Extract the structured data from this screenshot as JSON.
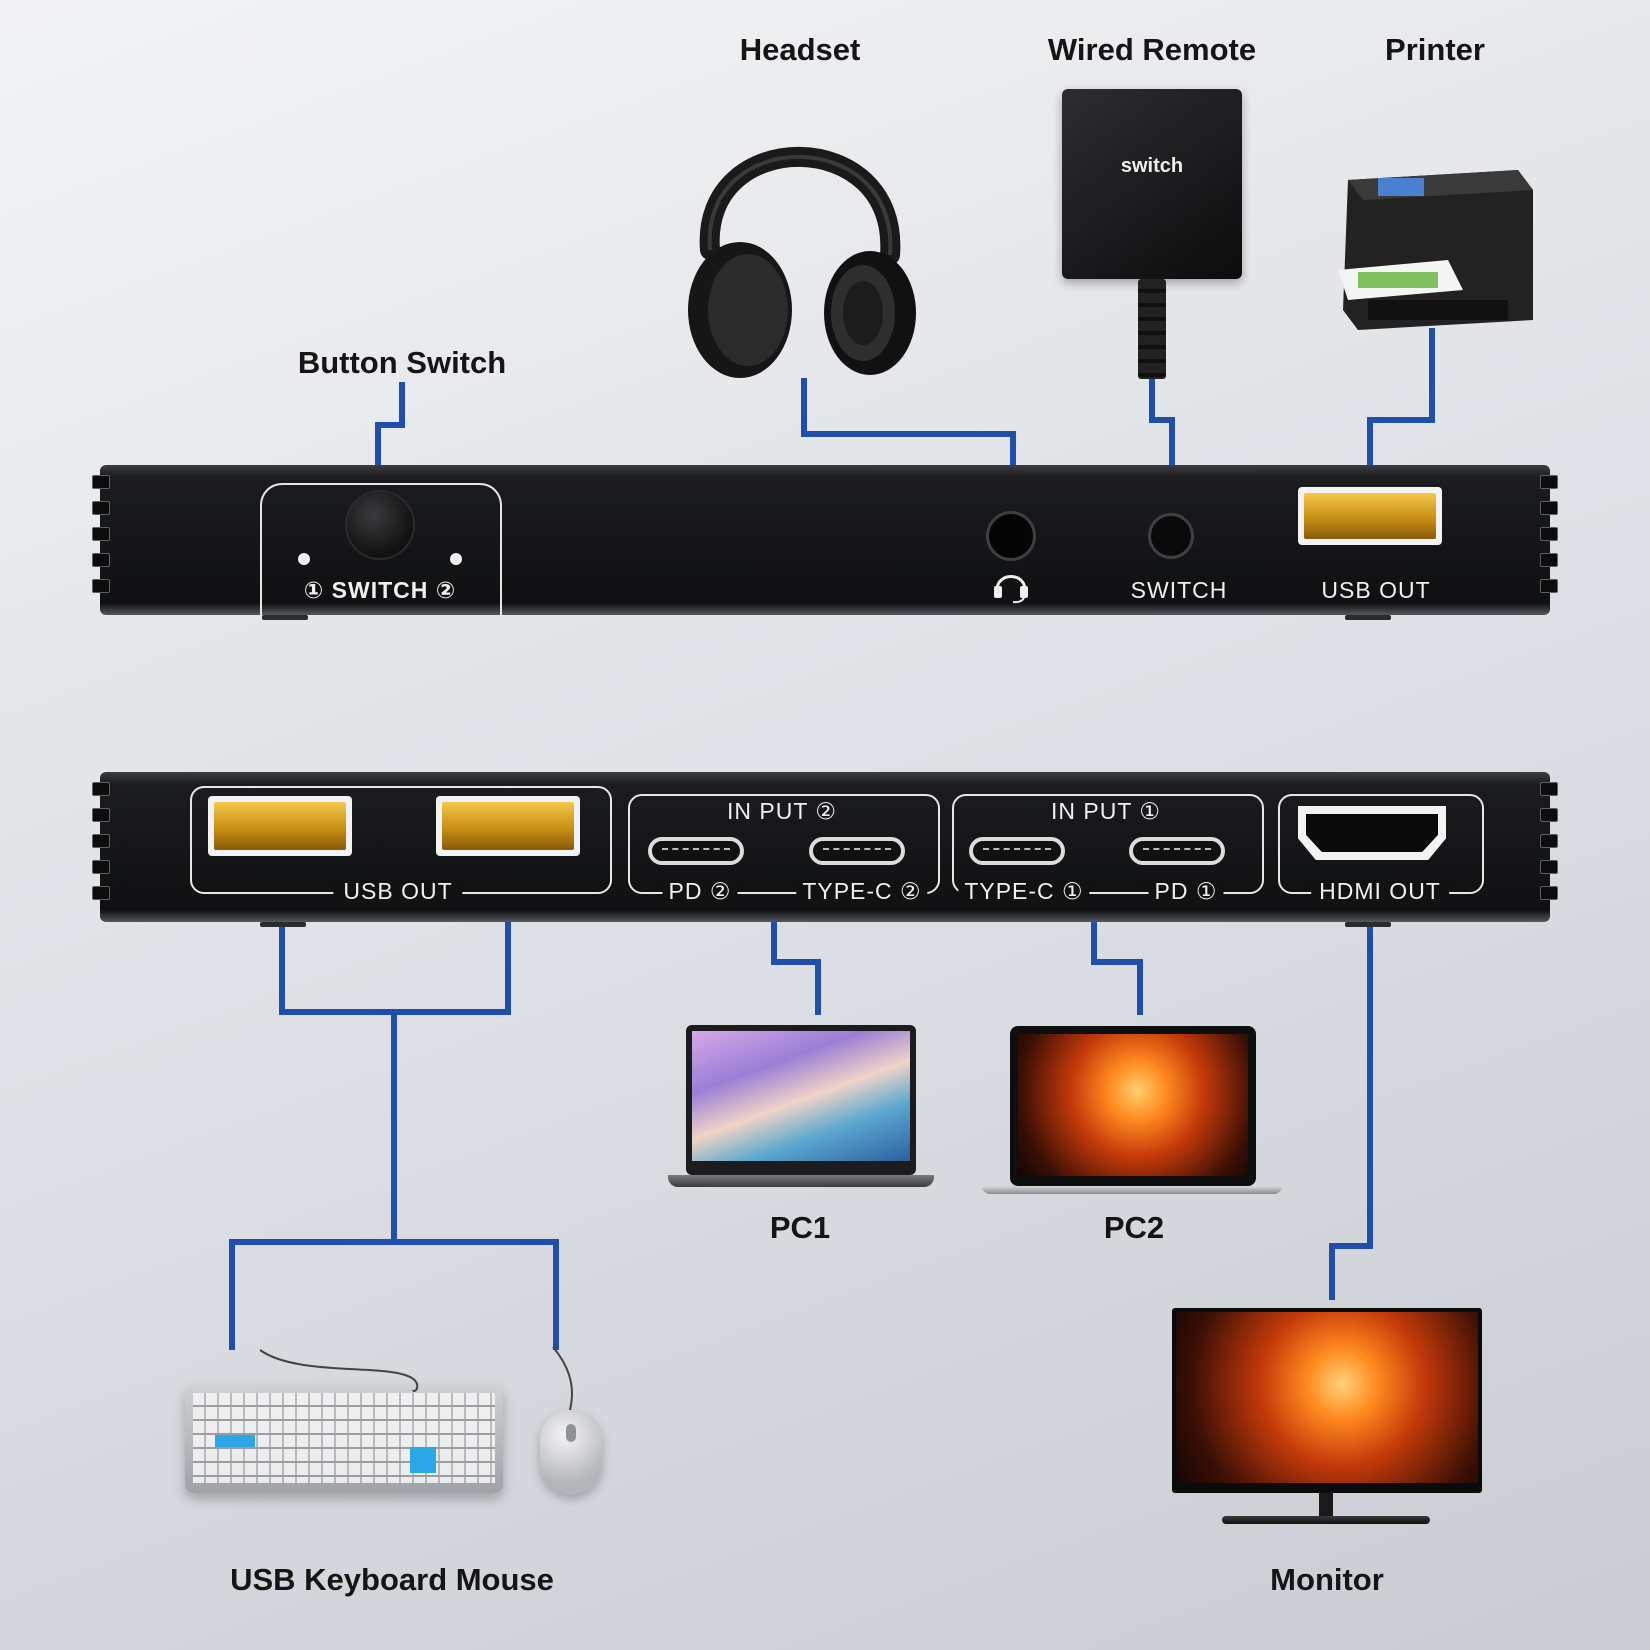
{
  "device_labels": {
    "headset": "Headset",
    "wired_remote": "Wired Remote",
    "printer": "Printer",
    "button_switch": "Button Switch",
    "pc1": "PC1",
    "pc2": "PC2",
    "usb_keyboard_mouse": "USB Keyboard Mouse",
    "monitor": "Monitor"
  },
  "remote_text": "switch",
  "top_panel": {
    "switch_label": "① SWITCH ②",
    "remote_port_label": "SWITCH",
    "usb_out_label": "USB OUT"
  },
  "bottom_panel": {
    "usb_out_label": "USB OUT",
    "input2_label": "IN PUT ②",
    "input1_label": "IN PUT ①",
    "pd2_label": "PD ②",
    "typec2_label": "TYPE-C ②",
    "typec1_label": "TYPE-C ①",
    "pd1_label": "PD ①",
    "hdmi_out_label": "HDMI OUT"
  },
  "colors": {
    "connector_line": "#1f4fa8",
    "panel": "#111214",
    "port_gold": "#d9a521"
  },
  "icons": [
    "headset-icon",
    "headphones-icon",
    "remote-icon",
    "printer-icon",
    "laptop-icon",
    "keyboard-icon",
    "mouse-icon",
    "monitor-icon"
  ]
}
